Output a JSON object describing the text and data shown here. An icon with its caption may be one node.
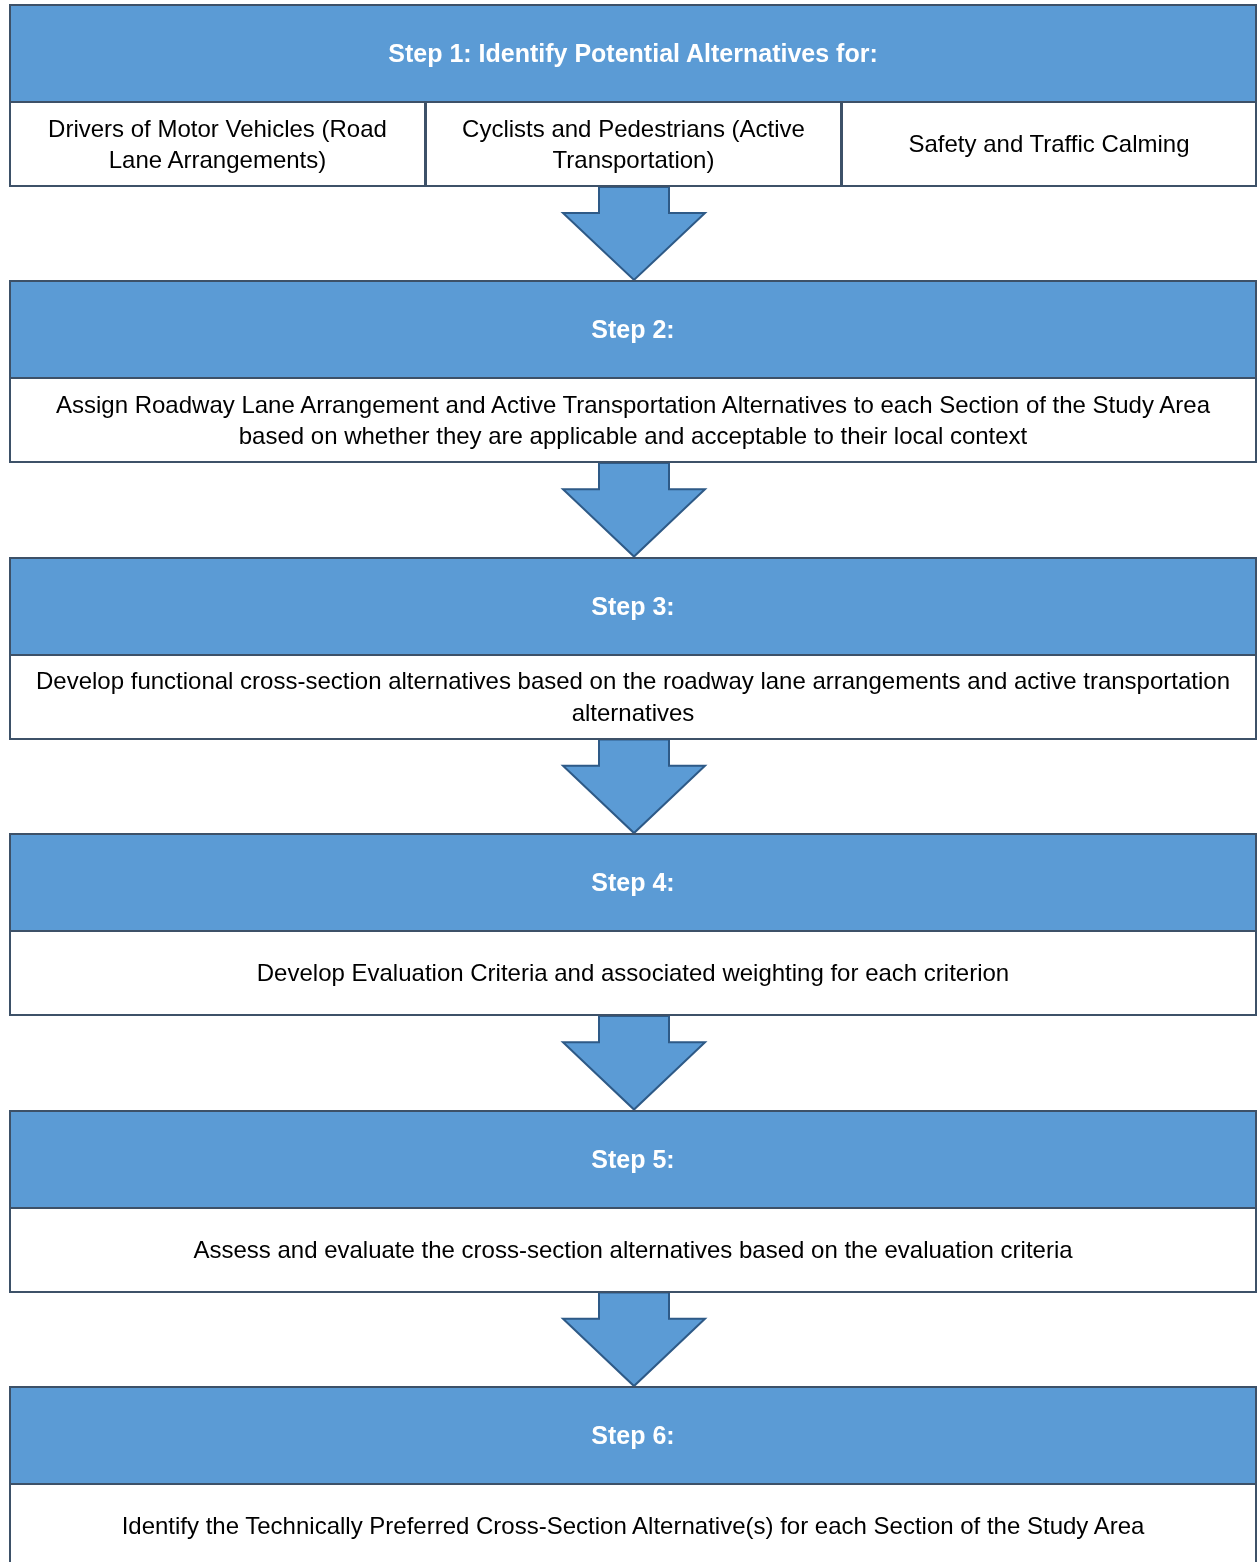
{
  "diagram": {
    "nodes": [
      {
        "text": [
          "Step 1: Identify Potential Alternatives for:"
        ]
      },
      {
        "text": [
          "Drivers of Motor Vehicles (Road Lane Arrangements)"
        ]
      },
      {
        "text": [
          "Cyclists and Pedestrians (Active Transportation)"
        ]
      },
      {
        "text": [
          "Safety and Traffic Calming"
        ]
      },
      {
        "text": [
          "Step 2:"
        ]
      },
      {
        "text": [
          "Assign Roadway Lane Arrangement and Active Transportation Alternatives to each Section of the Study Area based on whether they are applicable and acceptable to their local context"
        ]
      },
      {
        "text": [
          "Step 3:"
        ]
      },
      {
        "text": [
          "Develop functional cross-section alternatives based on the roadway lane arrangements and active transportation alternatives"
        ]
      },
      {
        "text": [
          "Step 4:"
        ]
      },
      {
        "text": [
          "Develop Evaluation Criteria and associated weighting for each criterion"
        ]
      },
      {
        "text": [
          "Step 5:"
        ]
      },
      {
        "text": [
          "Assess and evaluate the cross-section alternatives based on the evaluation criteria"
        ]
      },
      {
        "text": [
          "Step 6:"
        ]
      },
      {
        "text": [
          "Identify the Technically Preferred Cross-Section Alternative(s) for each Section of the Study Area"
        ]
      }
    ],
    "edges": [
      {
        "from": 2,
        "to": 4,
        "arrow": "to"
      },
      {
        "from": 5,
        "to": 6,
        "arrow": "to"
      },
      {
        "from": 7,
        "to": 8,
        "arrow": "to"
      },
      {
        "from": 9,
        "to": 10,
        "arrow": "to"
      },
      {
        "from": 11,
        "to": 12,
        "arrow": "to"
      }
    ]
  }
}
